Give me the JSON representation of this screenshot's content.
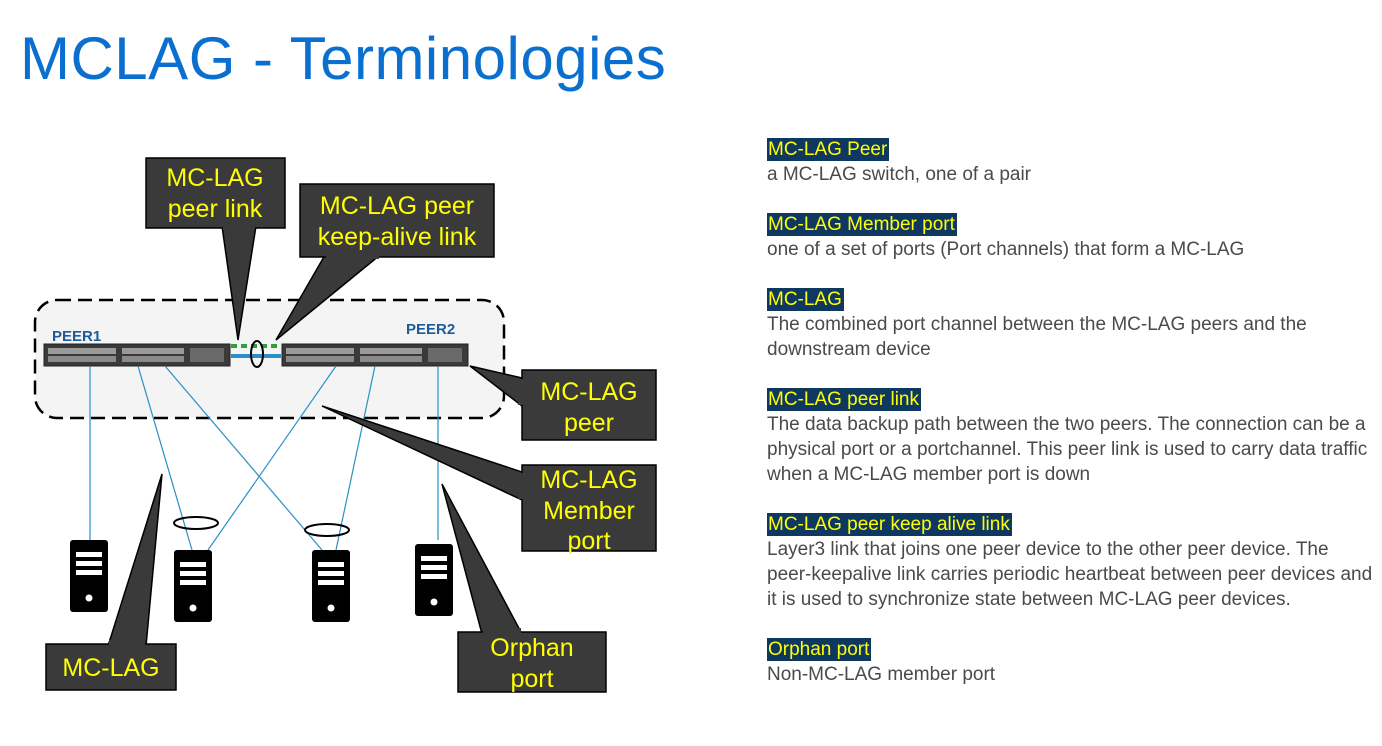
{
  "title": "MCLAG - Terminologies",
  "colors": {
    "title": "#0b6fcf",
    "term_highlight_bg": "#0e3860",
    "term_highlight_text": "#ffff00",
    "callout_bg": "#3a3a3a",
    "callout_text": "#ffff00",
    "link_line": "#2a8fc6",
    "peer_label": "#1b5c9c"
  },
  "diagram": {
    "peer1_label": "PEER1",
    "peer2_label": "PEER2",
    "callouts": {
      "peer_link": [
        "MC-LAG",
        "peer link"
      ],
      "keepalive_link": [
        "MC-LAG peer",
        "keep-alive link"
      ],
      "mclag_peer": [
        "MC-LAG",
        "peer"
      ],
      "member_port": [
        "MC-LAG",
        "Member",
        "port"
      ],
      "mclag": [
        "MC-LAG"
      ],
      "orphan_port": [
        "Orphan",
        "port"
      ]
    },
    "icons": [
      "server-icon",
      "server-icon",
      "server-icon",
      "server-icon",
      "switch-icon",
      "switch-icon",
      "lag-ring-icon"
    ]
  },
  "terms": [
    {
      "title": "MC-LAG Peer",
      "desc": "a MC-LAG switch, one of a pair"
    },
    {
      "title": "MC-LAG Member port",
      "desc": "one of a set of ports (Port channels) that form a MC-LAG"
    },
    {
      "title": "MC-LAG",
      "desc": "The combined port channel between the MC-LAG peers and the downstream device"
    },
    {
      "title": "MC-LAG peer link",
      "desc": "The data backup path between the two peers. The connection can be a physical port or a portchannel. This peer link is used to carry data traffic when a MC-LAG member port is down"
    },
    {
      "title": "MC-LAG peer keep alive link",
      "desc": "Layer3 link that joins one peer device to the other peer device. The peer-keepalive link carries periodic heartbeat between peer devices and it is used to synchronize state between MC-LAG peer devices."
    },
    {
      "title": "Orphan port",
      "desc": "Non-MC-LAG member port"
    }
  ]
}
